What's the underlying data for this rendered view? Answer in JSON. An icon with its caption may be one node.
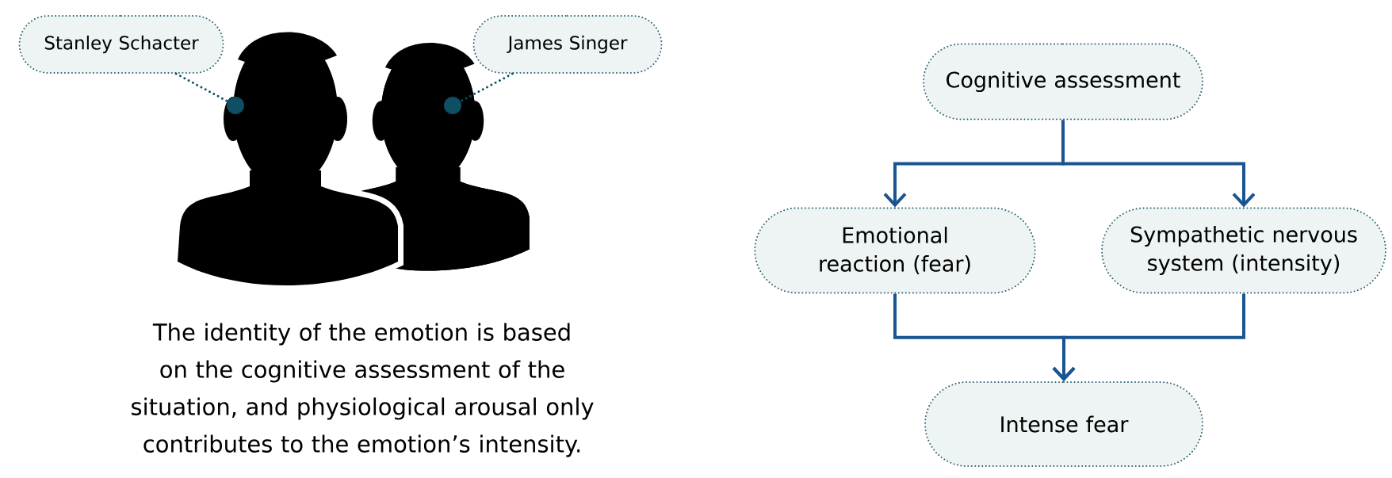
{
  "diagram": {
    "nodes": [
      {
        "text": [
          "Stanley Schacter"
        ]
      },
      {
        "text": [
          "James Singer"
        ]
      },
      {
        "text": [],
        "shape": "circle"
      },
      {
        "text": [],
        "shape": "circle"
      },
      {
        "text": [
          "Cognitive assessment"
        ]
      },
      {
        "text": [
          "Emotional reaction (fear)"
        ]
      },
      {
        "text": [
          "Sympathetic nervous system (intensity)"
        ]
      },
      {
        "text": [
          "Intense fear"
        ]
      }
    ],
    "edges": [
      {
        "from": 0,
        "to": 2,
        "arrow": "none",
        "style": "dashed",
        "color": "#0e4f63"
      },
      {
        "from": 1,
        "to": 3,
        "arrow": "none",
        "style": "dashed",
        "color": "#0e4f63"
      },
      {
        "from": 4,
        "to": 5,
        "arrow": "to"
      },
      {
        "from": 4,
        "to": 6,
        "arrow": "to"
      },
      {
        "from": 5,
        "to": 7,
        "arrow": "to"
      },
      {
        "from": 6,
        "to": 7,
        "arrow": "to"
      }
    ],
    "labels": [
      "The identity of the emotion is based on the cognitive assessment of the situation, and physiological arousal only contributes to the emotion’s intensity."
    ]
  }
}
